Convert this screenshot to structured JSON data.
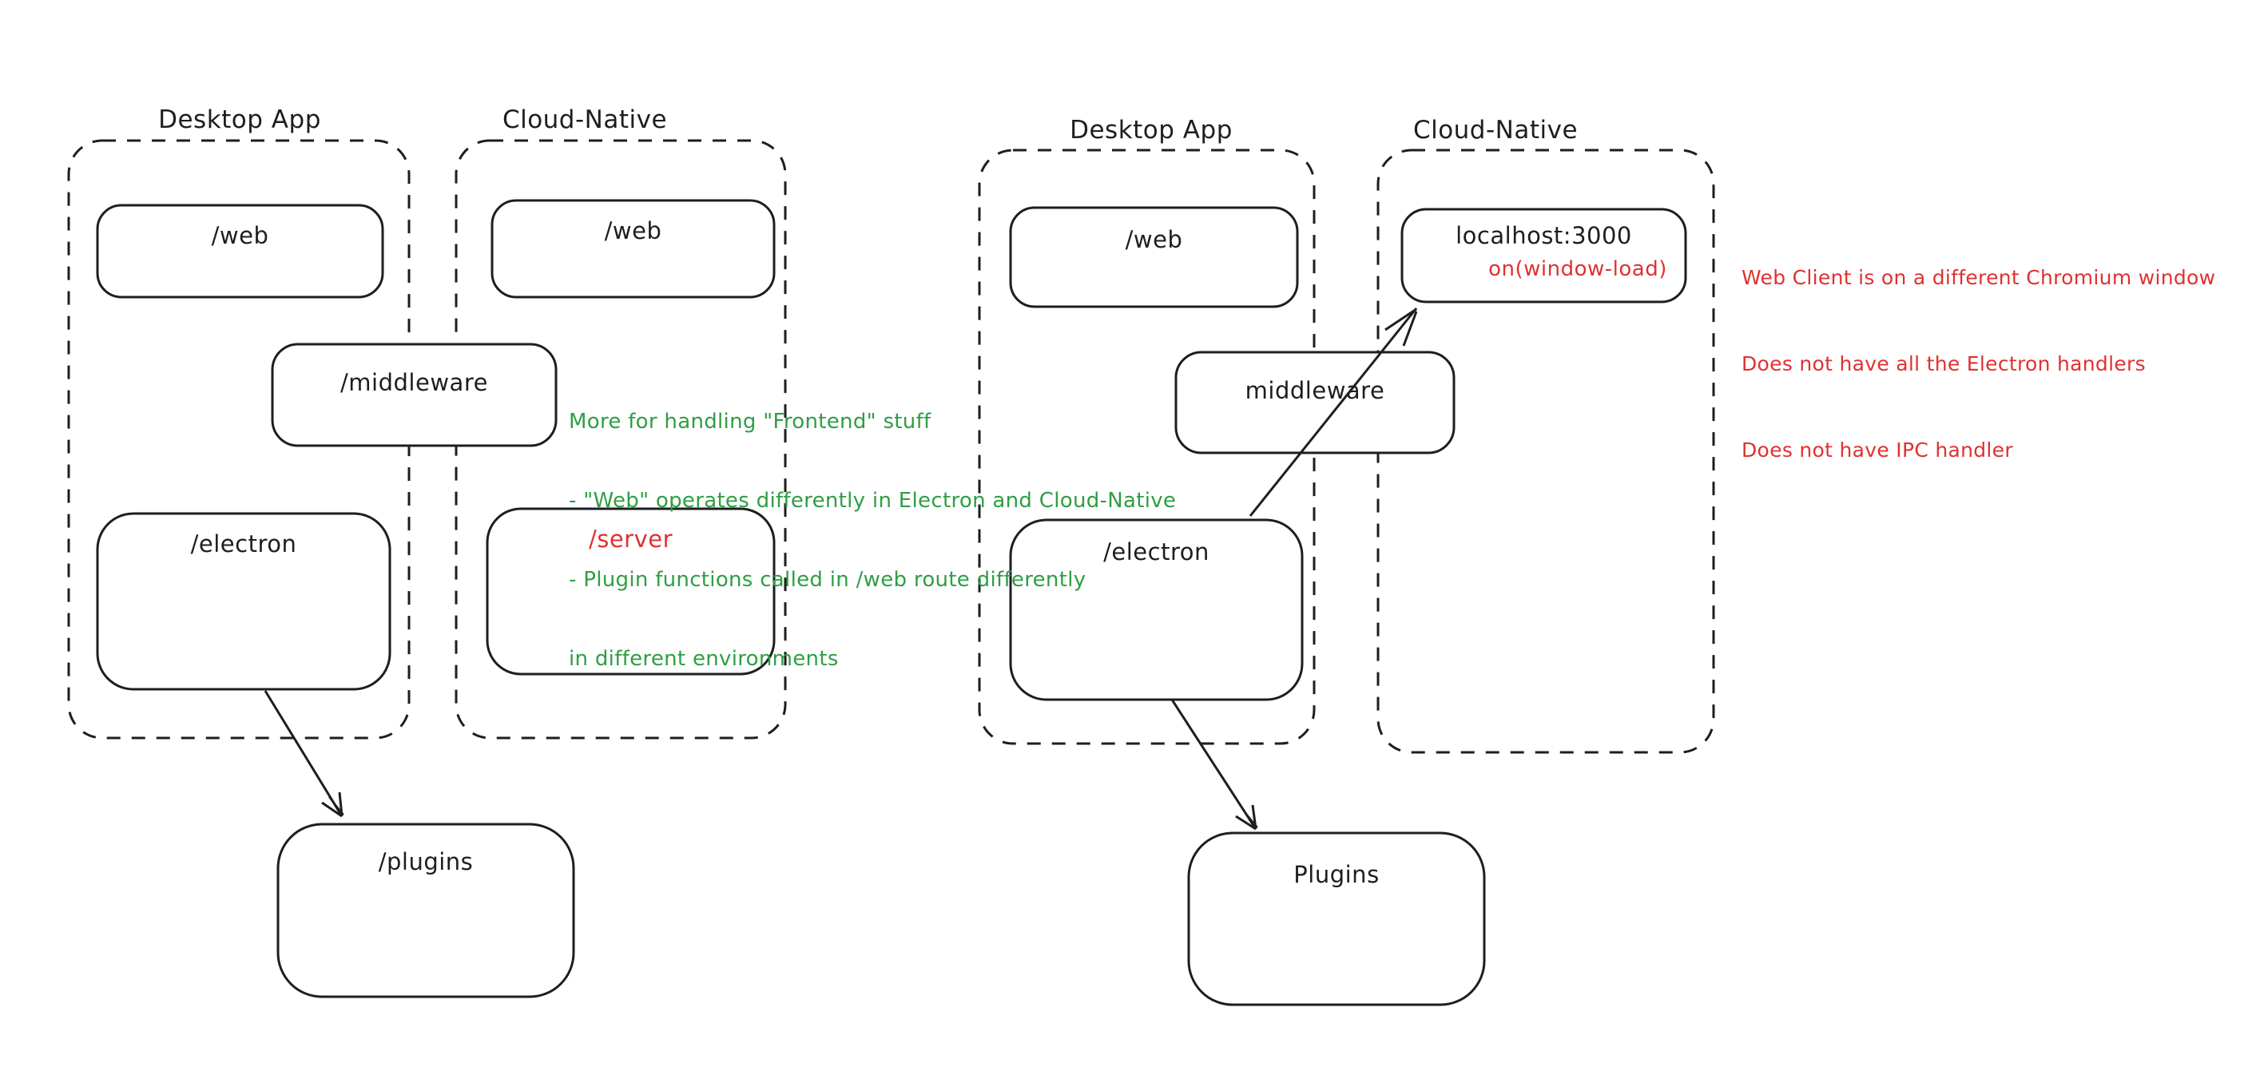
{
  "colors": {
    "stroke": "#1e1e1e",
    "green_annotation": "#2f9e44",
    "red_annotation": "#e03131",
    "background": "#ffffff"
  },
  "left_diagram": {
    "desktop_container_title": "Desktop App",
    "cloud_container_title": "Cloud-Native",
    "web_desktop_label": "/web",
    "web_cloud_label": "/web",
    "middleware_label": "/middleware",
    "electron_label": "/electron",
    "server_label": "/server",
    "plugins_label": "/plugins"
  },
  "right_diagram": {
    "desktop_container_title": "Desktop App",
    "cloud_container_title": "Cloud-Native",
    "web_label": "/web",
    "middleware_label": "middleware",
    "electron_label": "/electron",
    "localhost_label": "localhost:3000",
    "window_load_label": "on(window-load)",
    "plugins_label": "Plugins"
  },
  "annotations": {
    "green": {
      "line1": "More for handling \"Frontend\" stuff",
      "line2": "- \"Web\" operates differently in Electron and Cloud-Native",
      "line3": "- Plugin functions called in /web route differently",
      "line4": "in different environments"
    },
    "red": {
      "line1": "Web Client is on a different Chromium window",
      "line2": "Does not have all the Electron handlers",
      "line3": "Does not have IPC handler"
    }
  }
}
